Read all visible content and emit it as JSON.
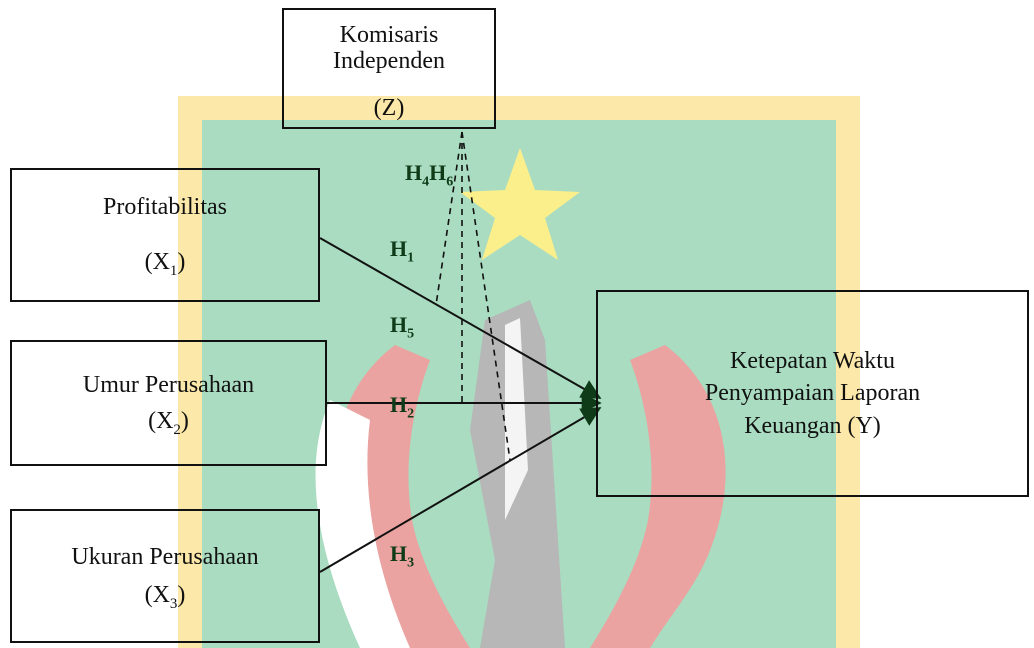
{
  "nodes": {
    "z": {
      "title": "Komisaris Independen",
      "var": "(Z)"
    },
    "x1": {
      "title": "Profitabilitas",
      "var_prefix": "(X",
      "var_sub": "1",
      "var_suffix": ")"
    },
    "x2": {
      "title": "Umur Perusahaan",
      "var_prefix": "(X",
      "var_sub": "2",
      "var_suffix": ")"
    },
    "x3": {
      "title": "Ukuran Perusahaan",
      "var_prefix": "(X",
      "var_sub": "3",
      "var_suffix": ")"
    },
    "y": {
      "line1": "Ketepatan Waktu",
      "line2": "Penyampaian Laporan",
      "line3": "Keuangan (Y)"
    }
  },
  "hypotheses": {
    "h1": {
      "letter": "H",
      "sub": "1"
    },
    "h2": {
      "letter": "H",
      "sub": "2"
    },
    "h3": {
      "letter": "H",
      "sub": "3"
    },
    "h4": {
      "letter": "H",
      "sub": "4"
    },
    "h5": {
      "letter": "H",
      "sub": "5"
    },
    "h6": {
      "letter": "H",
      "sub": "6"
    }
  },
  "colors": {
    "line": "#111111",
    "arrow": "#0f3b18",
    "label": "#0f3b18",
    "watermark_green": "#a9dcc0",
    "watermark_border": "#fce8a8",
    "watermark_star": "#fbef8c",
    "watermark_red": "#eaa3a0",
    "watermark_grey": "#b7b7b7"
  }
}
